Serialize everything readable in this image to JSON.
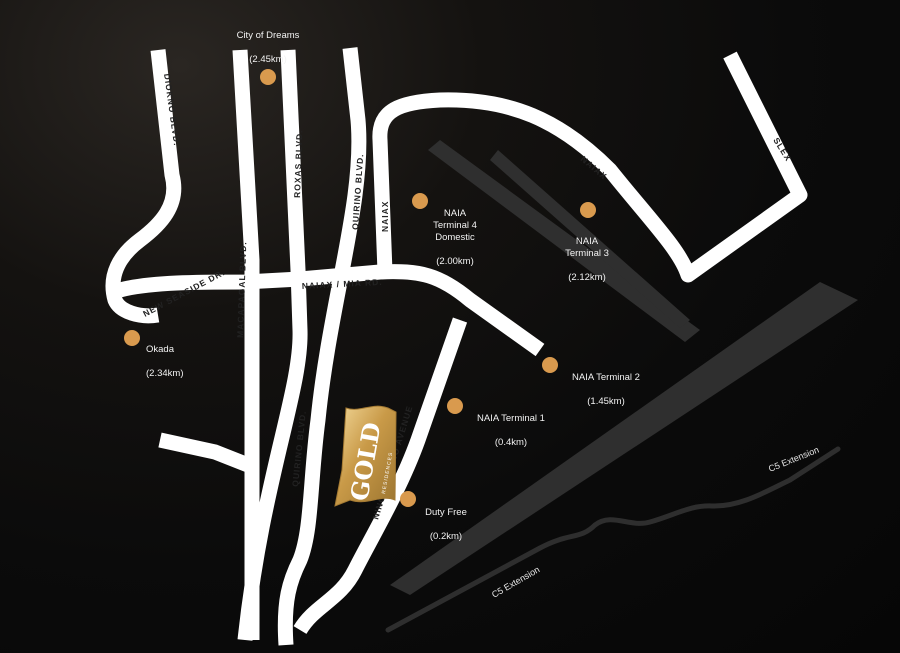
{
  "roads": {
    "diokno": "DIOKNO BLVD.",
    "macapagal": "MACAPAGAL BLVD.",
    "roxas": "ROXAS BLVD.",
    "quirino_top": "QUIRINO BLVD.",
    "quirino_bottom": "QUIRINO BLVD.",
    "new_seaside": "NEW SEASIDE DR.",
    "naiax_mia": "NAIAX / MIA RD.",
    "naiax_vertical": "NAIAX",
    "naiax_curve": "NAIAX",
    "slex": "SLEX",
    "ninoy_aquino": "NINOY AQUINO AVENUE",
    "c5_right": "C5 Extension",
    "c5_bottom": "C5 Extension"
  },
  "pois": [
    {
      "id": "city-of-dreams",
      "name": "City of Dreams",
      "distance": "(2.45km)"
    },
    {
      "id": "naia-t4",
      "name": "NAIA\nTerminal 4\nDomestic",
      "distance": "(2.00km)"
    },
    {
      "id": "naia-t3",
      "name": "NAIA\nTerminal 3",
      "distance": "(2.12km)"
    },
    {
      "id": "okada",
      "name": "Okada",
      "distance": "(2.34km)"
    },
    {
      "id": "naia-t2",
      "name": "NAIA Terminal 2",
      "distance": "(1.45km)"
    },
    {
      "id": "naia-t1",
      "name": "NAIA Terminal 1",
      "distance": "(0.4km)"
    },
    {
      "id": "duty-free",
      "name": "Duty Free",
      "distance": "(0.2km)"
    }
  ],
  "logo": {
    "text": "GOLD",
    "subtitle": "RESIDENCES",
    "colors": {
      "gold_light": "#f3d99a",
      "gold_dark": "#9c7530",
      "text": "#ffffff"
    }
  },
  "colors": {
    "background": "#0b0b0b",
    "road": "#ffffff",
    "runway": "#2f2f2f",
    "poi_dot": "#d99a4e",
    "label": "#f2f2f2"
  }
}
